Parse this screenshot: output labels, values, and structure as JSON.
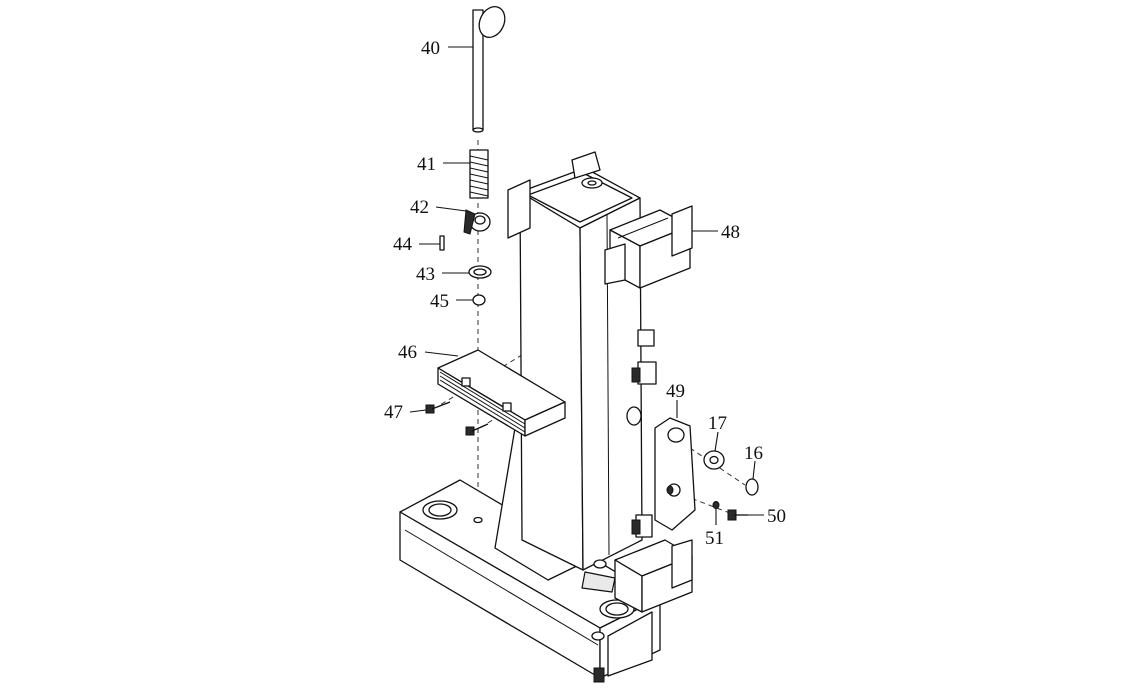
{
  "labels": {
    "l40": "40",
    "l41": "41",
    "l42": "42",
    "l43": "43",
    "l44": "44",
    "l45": "45",
    "l46": "46",
    "l47": "47",
    "l48": "48",
    "l49": "49",
    "l17": "17",
    "l16": "16",
    "l50": "50",
    "l51": "51"
  }
}
